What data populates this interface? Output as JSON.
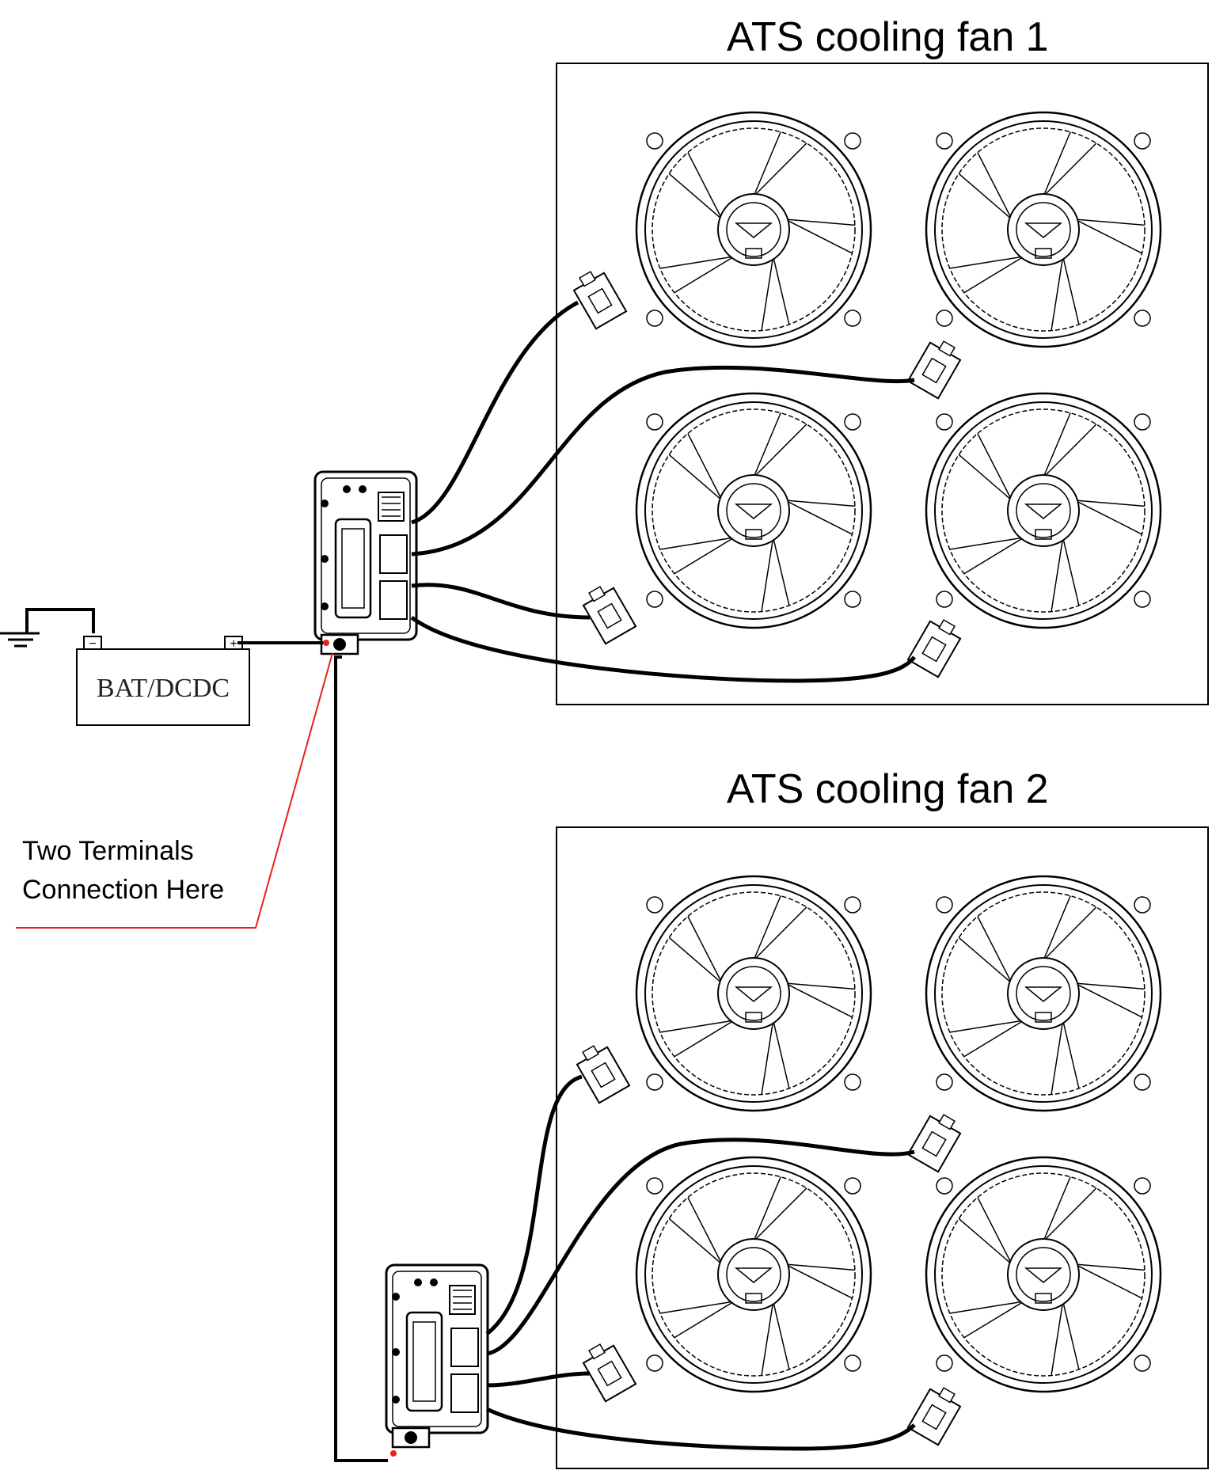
{
  "panels": [
    {
      "title": "ATS cooling fan 1"
    },
    {
      "title": "ATS cooling fan 2"
    }
  ],
  "battery": {
    "label": "BAT/DCDC",
    "neg_symbol": "−",
    "pos_symbol": "+"
  },
  "annotation": {
    "line1": "Two Terminals",
    "line2": "Connection Here"
  },
  "colors": {
    "line": "#000000",
    "callout": "#e8201c",
    "background": "#ffffff"
  }
}
